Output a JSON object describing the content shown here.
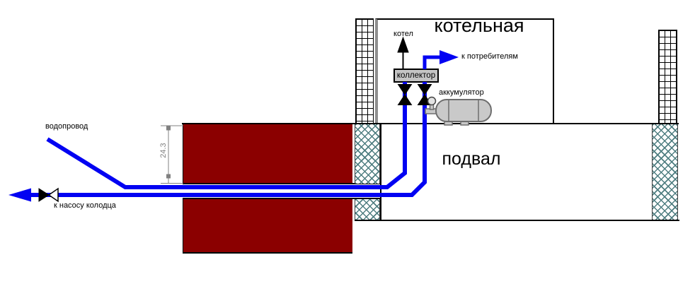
{
  "boiler_room": {
    "title": "котельная",
    "boiler_label": "котел",
    "consumers_label": "к потребителям",
    "collector_label": "коллектор",
    "accumulator_label": "аккумулятор"
  },
  "basement": {
    "label": "подвал"
  },
  "supply": {
    "water_supply_label": "водопровод",
    "well_pump_label": "к насосу колодца"
  },
  "dimension": {
    "value": "24.3"
  },
  "colors": {
    "pipe": "#0202f2",
    "foundation": "#8b0000",
    "insulation_hatch": "#4e7d80",
    "equipment_fill": "#c9c9c9",
    "dimension": "#808080"
  }
}
